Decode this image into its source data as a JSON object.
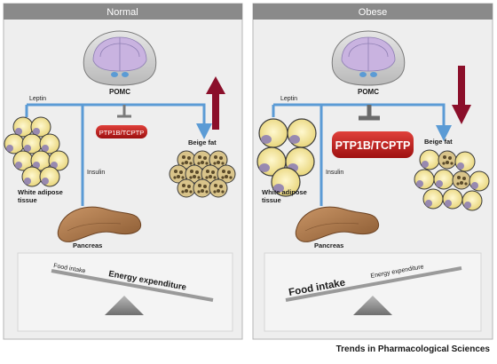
{
  "panels": {
    "normal": {
      "title": "Normal",
      "leptin": "Leptin",
      "pomc": "POMC",
      "inhibitor": "PTP1B/TCPTP",
      "insulin": "Insulin",
      "beige_fat": "Beige fat",
      "wat_line1": "White adipose",
      "wat_line2": "tissue",
      "pancreas": "Pancreas",
      "seesaw_left": "Food intake",
      "seesaw_right": "Energy expenditure"
    },
    "obese": {
      "title": "Obese",
      "leptin": "Leptin",
      "pomc": "POMC",
      "inhibitor": "PTP1B/TCPTP",
      "insulin": "Insulin",
      "beige_fat": "Beige fat",
      "wat_line1": "White adipose",
      "wat_line2": "tissue",
      "pancreas": "Pancreas",
      "seesaw_left": "Food intake",
      "seesaw_right": "Energy expenditure"
    }
  },
  "caption": "Trends in Pharmacological Sciences",
  "colors": {
    "header": "#8a8a8a",
    "panel_bg": "#eeeeee",
    "blue_arrow": "#5b9bd5",
    "red_arrow": "#8b0f2a",
    "inhibitor_red": "#c81e1e",
    "brain": "#c9b3e0",
    "fat_cell": "#f5e9a8",
    "nucleus": "#8e7fb3",
    "pancreas": "#b07a4c"
  }
}
